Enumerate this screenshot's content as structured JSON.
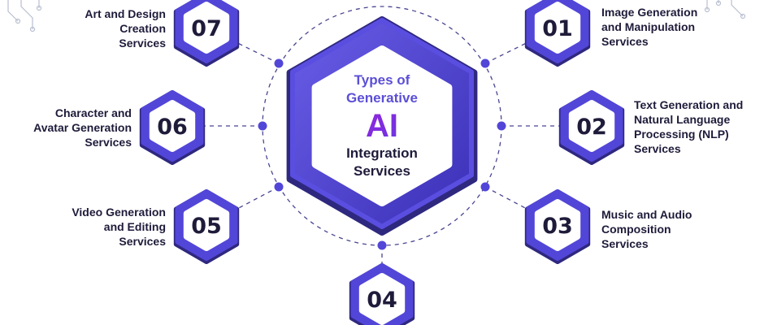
{
  "center": {
    "title_top": [
      "Types of",
      "Generative"
    ],
    "ai": "AI",
    "title_bottom": [
      "Integration",
      "Services"
    ]
  },
  "nodes": [
    {
      "num": "01",
      "lines": [
        "Image Generation",
        "and Manipulation",
        "Services"
      ]
    },
    {
      "num": "02",
      "lines": [
        "Text Generation and",
        "Natural Language",
        "Processing (NLP)",
        "Services"
      ]
    },
    {
      "num": "03",
      "lines": [
        "Music and Audio",
        "Composition",
        "Services"
      ]
    },
    {
      "num": "04",
      "lines": []
    },
    {
      "num": "05",
      "lines": [
        "Video Generation",
        "and Editing",
        "Services"
      ]
    },
    {
      "num": "06",
      "lines": [
        "Character and",
        "Avatar Generation",
        "Services"
      ]
    },
    {
      "num": "07",
      "lines": [
        "Art and Design",
        "Creation",
        "Services"
      ]
    }
  ],
  "colors": {
    "hex_fill": "#5246d8",
    "hex_dark": "#2f287f",
    "ring": "#4a4690",
    "number": "#1e1b3a",
    "text": "#1e1b3a",
    "circuit": "#b9bfd0"
  }
}
